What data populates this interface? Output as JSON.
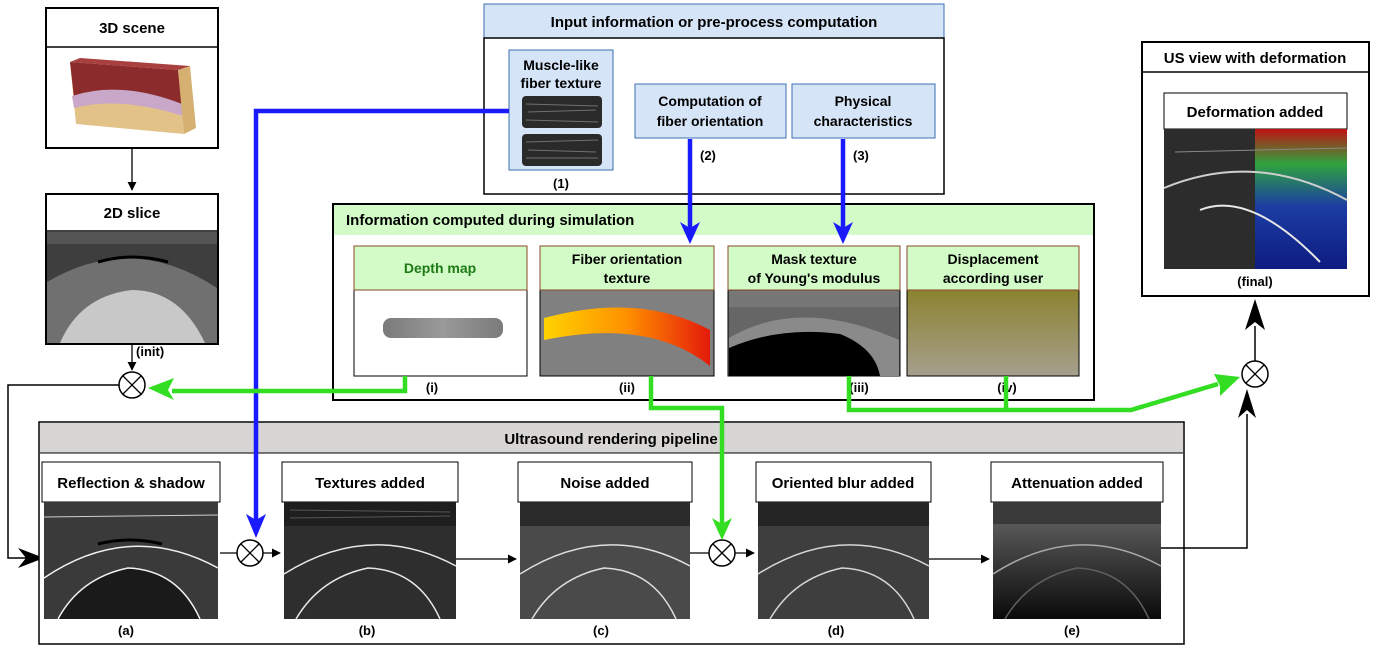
{
  "scene": {
    "title": "3D scene",
    "slice_title": "2D slice",
    "init_label": "(init)"
  },
  "input_panel": {
    "title": "Input information or pre-process computation",
    "muscle_line1": "Muscle-like",
    "muscle_line2": "fiber texture",
    "muscle_label": "(1)",
    "comp_line1": "Computation of",
    "comp_line2": "fiber orientation",
    "comp_label": "(2)",
    "phys_line1": "Physical",
    "phys_line2": "characteristics",
    "phys_label": "(3)"
  },
  "sim_panel": {
    "title": "Information computed during simulation",
    "items": [
      {
        "line1": "Depth map",
        "line2": "",
        "label": "(i)"
      },
      {
        "line1": "Fiber orientation",
        "line2": "texture",
        "label": "(ii)"
      },
      {
        "line1": "Mask texture",
        "line2": "of Young's modulus",
        "label": "(iii)"
      },
      {
        "line1": "Displacement",
        "line2": "according user",
        "label": "(iv)"
      }
    ]
  },
  "final_panel": {
    "title": "US view with deformation",
    "inner_title": "Deformation added",
    "label": "(final)"
  },
  "pipeline": {
    "title": "Ultrasound rendering pipeline",
    "stages": [
      {
        "title": "Reflection & shadow",
        "label": "(a)"
      },
      {
        "title": "Textures added",
        "label": "(b)"
      },
      {
        "title": "Noise added",
        "label": "(c)"
      },
      {
        "title": "Oriented blur added",
        "label": "(d)"
      },
      {
        "title": "Attenuation added",
        "label": "(e)"
      }
    ]
  },
  "colors": {
    "blue_arrow": "#1a1aff",
    "green_arrow": "#33dd22",
    "input_header": "#d6e4f7",
    "sim_header": "#d2fbc8",
    "pipeline_header": "#d8d6d4",
    "green_text": "#1d7a14"
  }
}
